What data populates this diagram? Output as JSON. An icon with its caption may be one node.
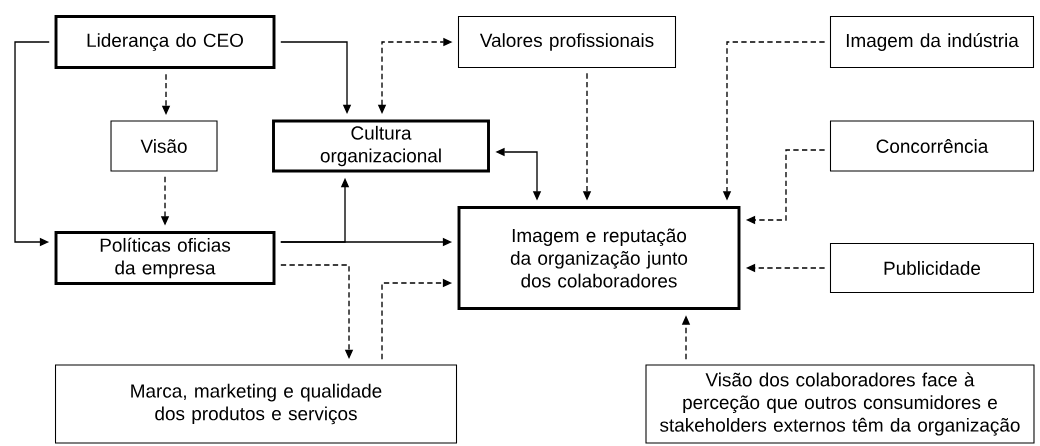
{
  "diagram": {
    "nodes": [
      {
        "text": [
          "Liderança do CEO"
        ]
      },
      {
        "text": [
          "Valores profissionais"
        ]
      },
      {
        "text": [
          "Imagem da indústria"
        ]
      },
      {
        "text": [
          "Visão"
        ]
      },
      {
        "text": [
          "Cultura organizacional"
        ]
      },
      {
        "text": [
          "Concorrência"
        ]
      },
      {
        "text": [
          "Políticas oficias da empresa"
        ]
      },
      {
        "text": [
          "Imagem e reputação da organização junto dos colaboradores"
        ]
      },
      {
        "text": [
          "Publicidade"
        ]
      },
      {
        "text": [
          "Marca, marketing e qualidade dos produtos e serviços"
        ]
      },
      {
        "text": [
          "Visão dos colaboradores face à perceção que outros consumidores e stakeholders externos têm da organização"
        ]
      }
    ],
    "edges": [
      {
        "from": 0,
        "to": 4,
        "arrow": "to"
      },
      {
        "from": 4,
        "to": 1,
        "arrow": "both",
        "style": "dashed"
      },
      {
        "from": 0,
        "to": 3,
        "arrow": "to",
        "style": "dashed"
      },
      {
        "from": 3,
        "to": 6,
        "arrow": "to",
        "style": "dashed"
      },
      {
        "from": 0,
        "to": 6,
        "arrow": "to"
      },
      {
        "from": 6,
        "to": 7,
        "arrow": "to"
      },
      {
        "from": 6,
        "to": 4,
        "arrow": "to"
      },
      {
        "from": 4,
        "to": 7,
        "arrow": "both"
      },
      {
        "from": 1,
        "to": 7,
        "arrow": "to",
        "style": "dashed"
      },
      {
        "from": 2,
        "to": 7,
        "arrow": "to",
        "style": "dashed"
      },
      {
        "from": 5,
        "to": 7,
        "arrow": "to",
        "style": "dashed"
      },
      {
        "from": 8,
        "to": 7,
        "arrow": "to",
        "style": "dashed"
      },
      {
        "from": 10,
        "to": 7,
        "arrow": "to",
        "style": "dashed"
      },
      {
        "from": 6,
        "to": 9,
        "arrow": "to",
        "style": "dashed"
      },
      {
        "from": 9,
        "to": 7,
        "arrow": "to",
        "style": "dashed"
      }
    ]
  }
}
